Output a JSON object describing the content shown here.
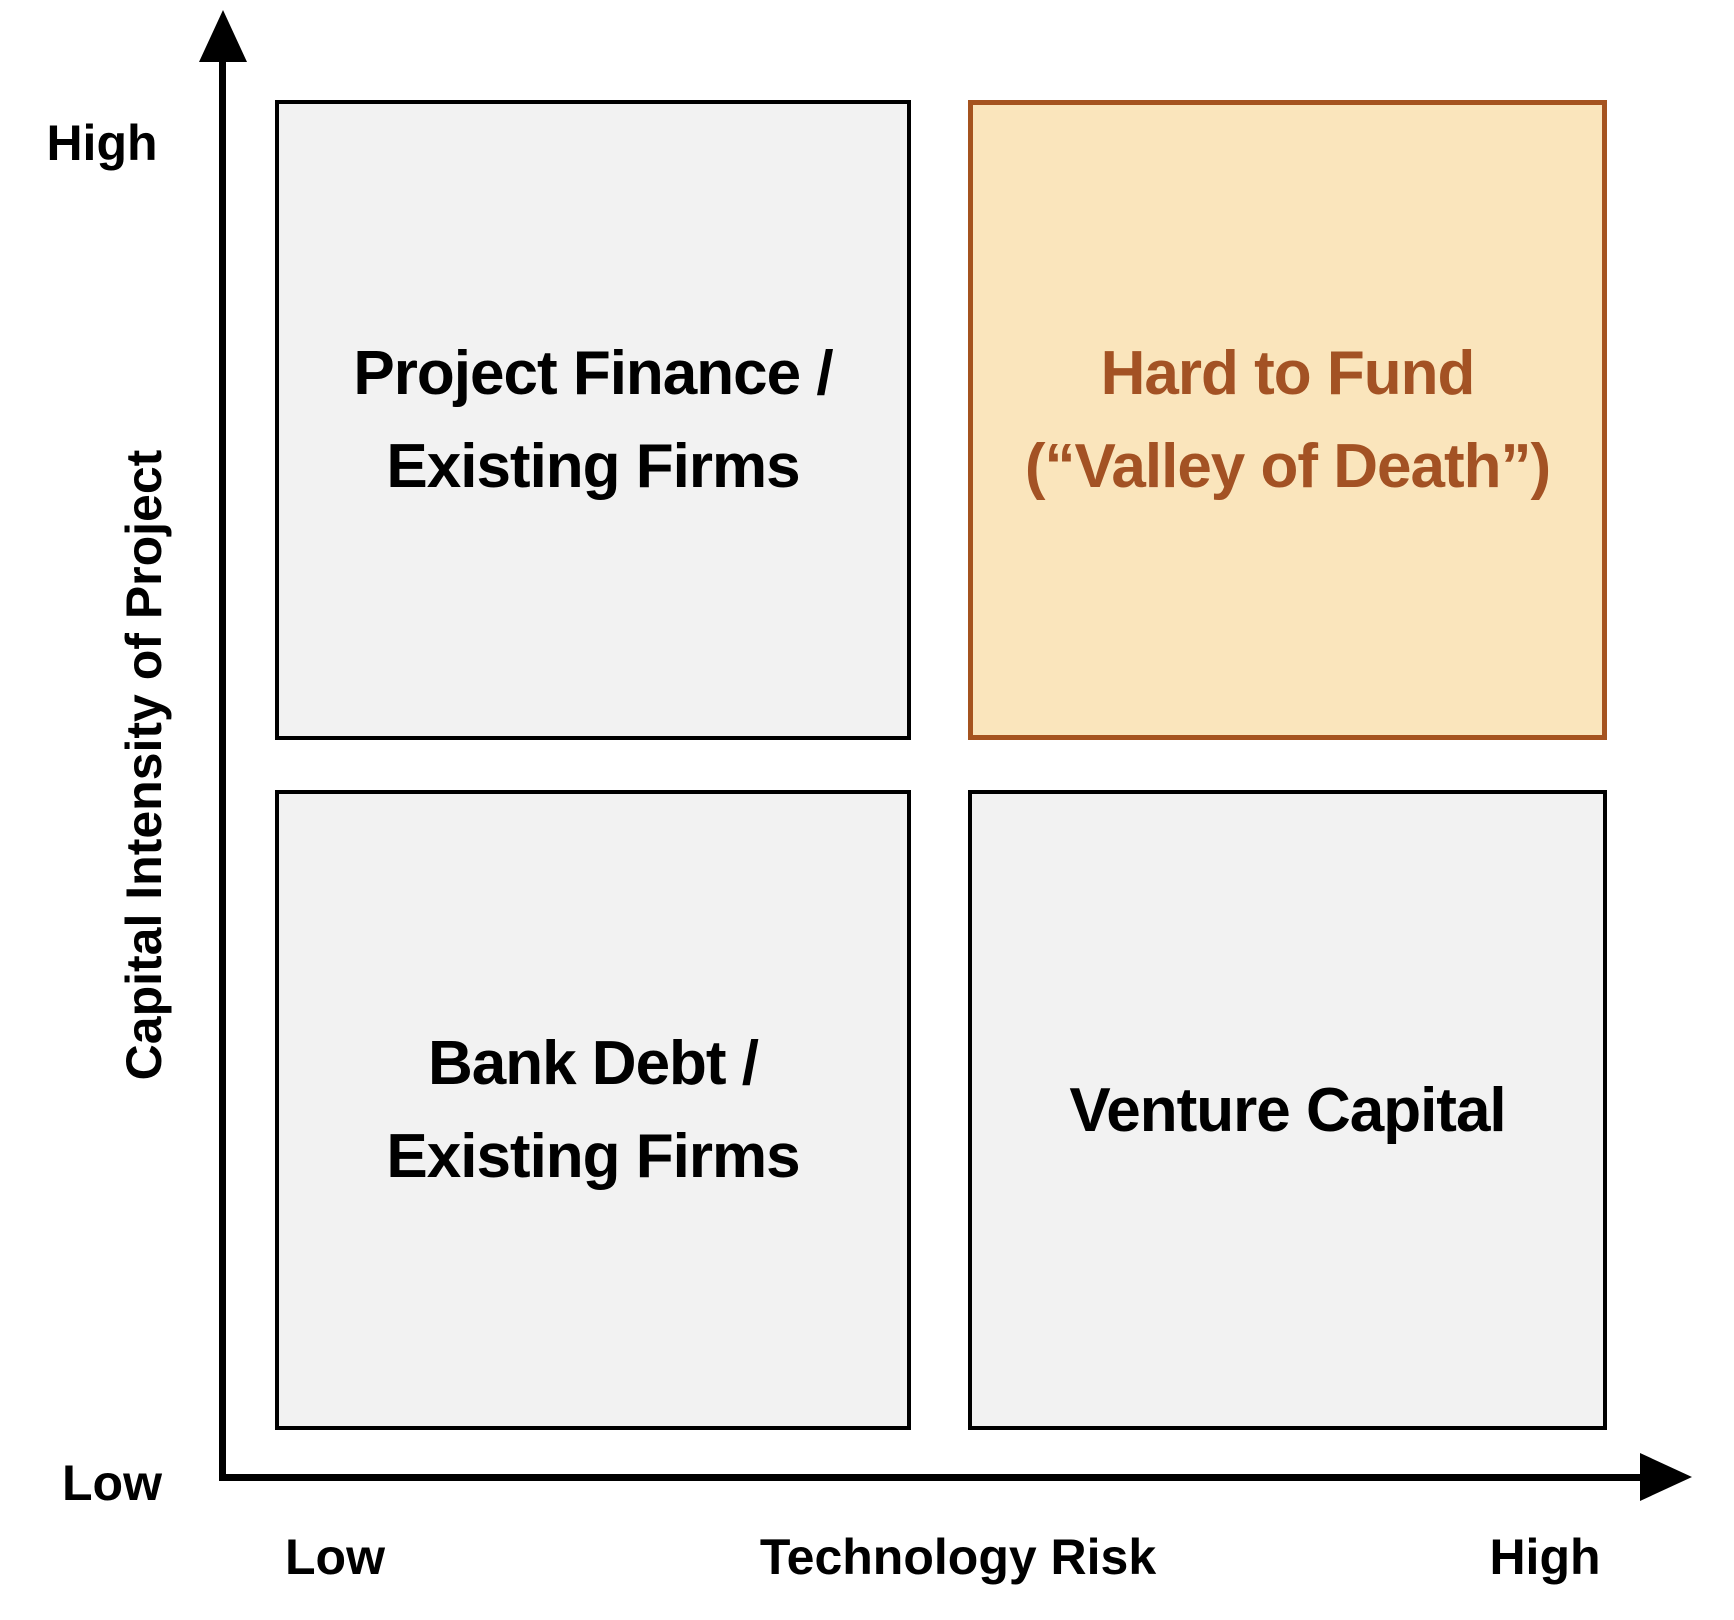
{
  "diagram": {
    "type": "2x2-quadrant-matrix",
    "y_axis": {
      "title": "Capital Intensity of Project",
      "top_label": "High",
      "bottom_label": "Low"
    },
    "x_axis": {
      "title": "Technology Risk",
      "left_label": "Low",
      "right_label": "High"
    },
    "quadrants": {
      "top_left": {
        "label": "Project Finance /\nExisting Firms",
        "highlighted": false
      },
      "top_right": {
        "label": "Hard to Fund\n(“Valley of Death”)",
        "highlighted": true
      },
      "bottom_left": {
        "label": "Bank Debt /\nExisting Firms",
        "highlighted": false
      },
      "bottom_right": {
        "label": "Venture Capital",
        "highlighted": false
      }
    },
    "colors": {
      "quadrant_fill": "#F2F2F2",
      "quadrant_border": "#000000",
      "highlight_fill": "#FAE5BC",
      "highlight_border": "#A5531F",
      "highlight_text": "#A35224",
      "axis": "#000000",
      "label_text": "#000000"
    }
  }
}
